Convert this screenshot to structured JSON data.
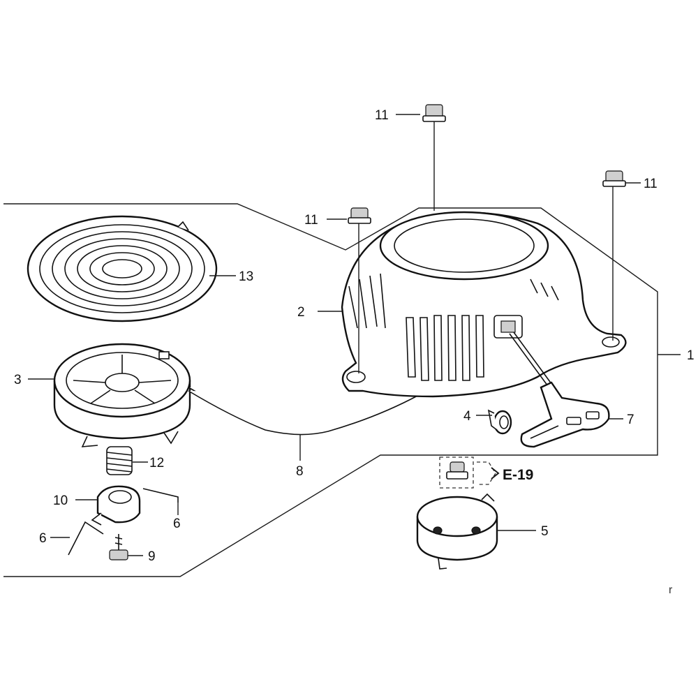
{
  "callouts": {
    "c1": "1",
    "c2": "2",
    "c3": "3",
    "c4": "4",
    "c5": "5",
    "c6a": "6",
    "c6b": "6",
    "c7": "7",
    "c8": "8",
    "c9": "9",
    "c10": "10",
    "c11a": "11",
    "c11b": "11",
    "c11c": "11",
    "c12": "12",
    "c13": "13"
  },
  "reference": {
    "label": "E-19"
  },
  "corner_mark": "r",
  "colors": {
    "line": "#1a1a1a",
    "background": "#ffffff"
  }
}
